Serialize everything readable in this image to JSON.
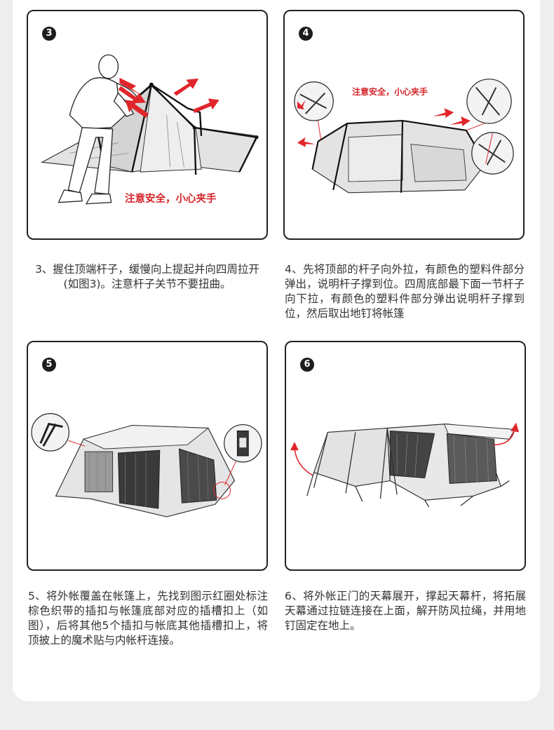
{
  "steps": [
    {
      "number": "3",
      "warning": "注意安全，小心夹手",
      "text": "3、握住顶端杆子，缓慢向上提起并向四周拉开(如图3)。注意杆子关节不要扭曲。"
    },
    {
      "number": "4",
      "warning": "注意安全，小心夹手",
      "text": "4、先将顶部的杆子向外拉，有颜色的塑料件部分弹出，说明杆子撑到位。四周底部最下面一节杆子向下拉，有颜色的塑料件部分弹出说明杆子撑到位，然后取出地钉将帐篷"
    },
    {
      "number": "5",
      "text": "5、将外帐覆盖在帐篷上，先找到图示红圈处标注棕色织带的插扣与帐篷底部对应的插槽扣上（如图），后将其他5个插扣与帐底其他插槽扣上，将顶披上的魔术贴与内帐杆连接。"
    },
    {
      "number": "6",
      "text": "6、将外帐正门的天幕展开，撑起天幕杆，将拓展天幕通过拉链连接在上面，解开防风拉绳，并用地钉固定在地上。"
    }
  ],
  "colors": {
    "warning": "#d6262b",
    "arrow": "#e0262b",
    "frame": "#222222",
    "tent_fill": "#e3e3e3"
  }
}
